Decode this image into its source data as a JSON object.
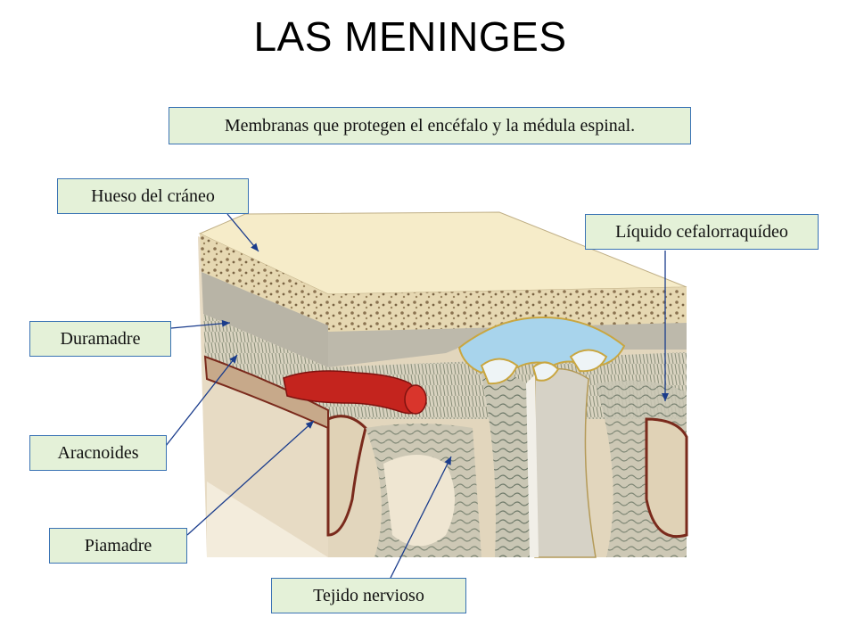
{
  "title": "LAS MENINGES",
  "subtitle": "Membranas que protegen el encéfalo y la médula espinal.",
  "labels": {
    "hueso": "Hueso del cráneo",
    "liquido": "Líquido cefalorraquídeo",
    "duramadre": "Duramadre",
    "aracnoides": "Aracnoides",
    "piamadre": "Piamadre",
    "tejido": "Tejido nervioso"
  },
  "colors": {
    "label_bg": "#e4f1d8",
    "label_border": "#3a73b4",
    "bone": "#f6ecc9",
    "dura": "#b7b3a6",
    "csf": "#a8d4ec",
    "vessel": "#c4241e",
    "tissue": "#e7dbc4"
  }
}
